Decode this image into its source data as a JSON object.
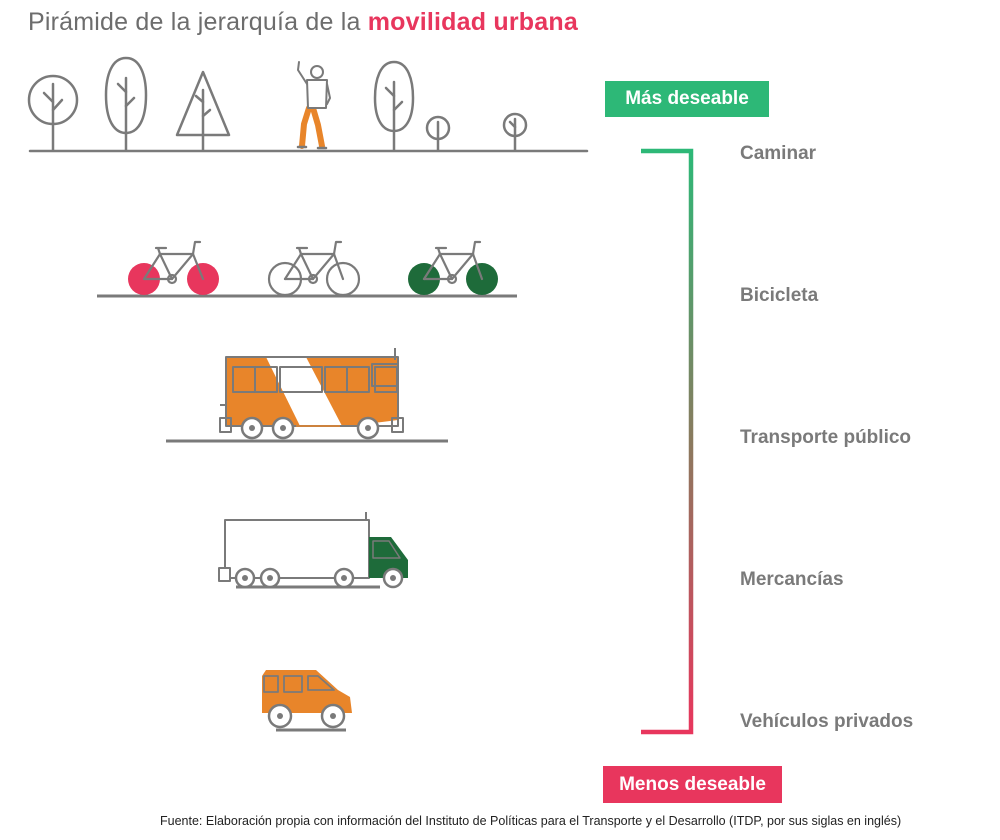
{
  "title": {
    "prefix": "Pirámide de la jerarquía de la ",
    "highlight": "movilidad urbana"
  },
  "badges": {
    "top": "Más deseable",
    "bottom": "Menos deseable"
  },
  "levels": [
    "Caminar",
    "Bicicleta",
    "Transporte público",
    "Mercancías",
    "Vehículos privados"
  ],
  "source": "Fuente: Elaboración propia con información del Instituto de Políticas para el Transporte y el Desarrollo (ITDP, por sus siglas en inglés)",
  "colors": {
    "green": "#2db877",
    "pink": "#e8365d",
    "orange": "#e8852a",
    "dark_green": "#1e6b3a",
    "gray": "#7a7a7a"
  }
}
